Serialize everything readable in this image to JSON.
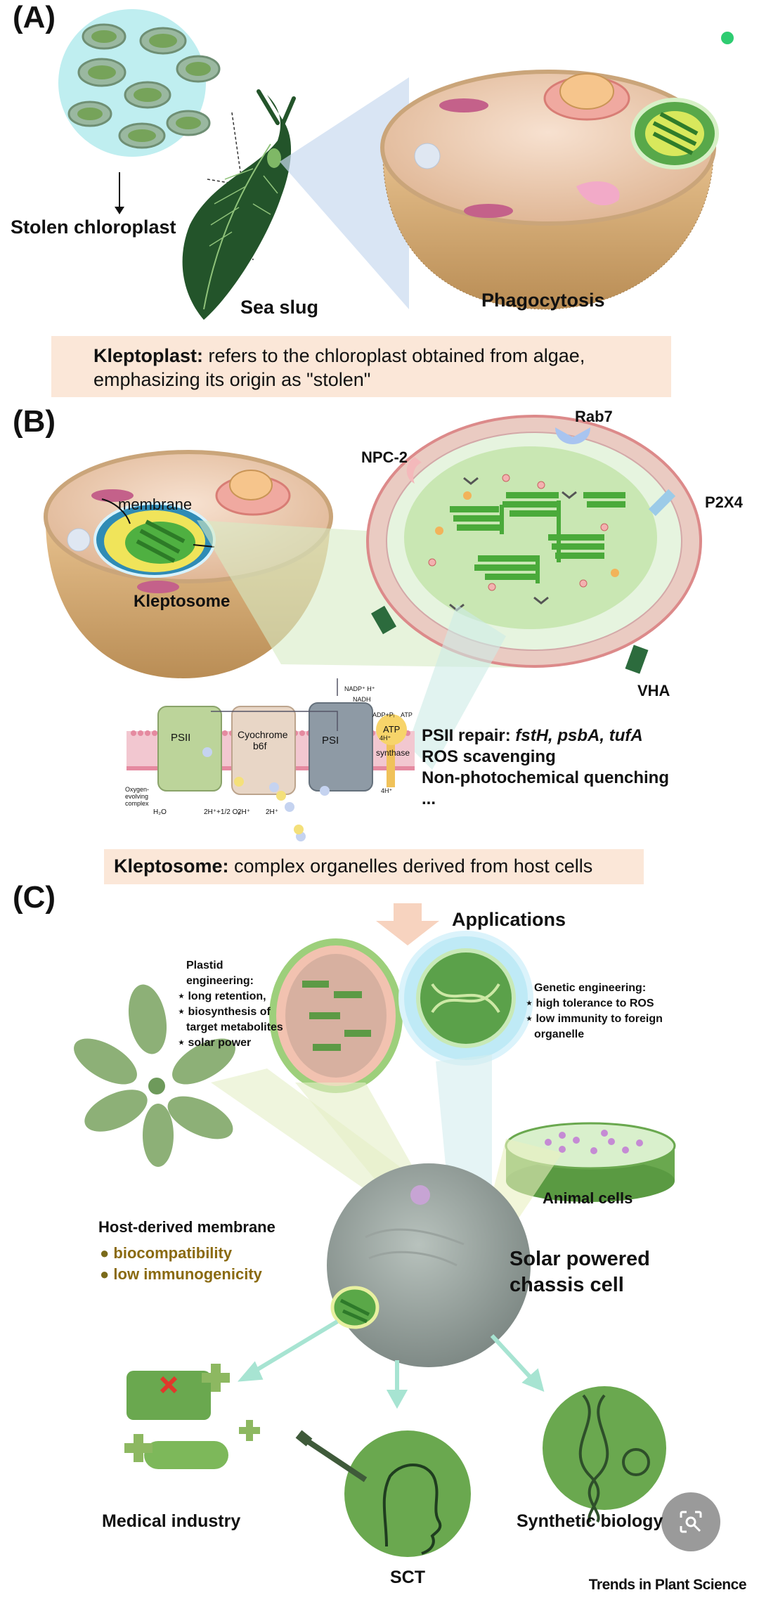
{
  "panels": {
    "a": "(A)",
    "b": "(B)",
    "c": "(C)"
  },
  "panel_a": {
    "stolen_chloroplast": "Stolen chloroplast",
    "sea_slug": "Sea slug",
    "phagocytosis": "Phagocytosis",
    "definition_term": "Kleptoplast:",
    "definition_line1": " refers to the chloroplast obtained from algae,",
    "definition_line2": "emphasizing its origin as \"stolen\""
  },
  "panel_b": {
    "membrane": "membrane",
    "kleptosome": "Kleptosome",
    "npc2": "NPC-2",
    "rab7": "Rab7",
    "p2x4": "P2X4",
    "vha": "VHA",
    "psii": "PSII",
    "cytochrome": "Cyochrome",
    "b6f": "b6f",
    "psi": "PSI",
    "atp": "ATP",
    "synthase": "synthase",
    "nadp": "NADP⁺ H⁺",
    "nadph": "NADH",
    "adp": "ADP+Pᵢ",
    "atp_small": "ATP",
    "oec": "Oxygen-evolving complex",
    "h2o": "H₂O",
    "o2": "2H⁺+1/2 O₂",
    "h1": "2H⁺",
    "h2": "2H⁺",
    "h3": "4H⁺",
    "h4": "4H⁺",
    "repair_prefix": "PSII repair: ",
    "repair_genes": "fstH, psbA, tufA",
    "ros": "ROS scavenging",
    "npq": "Non-photochemical quenching",
    "ellipsis": "...",
    "definition_term": "Kleptosome:",
    "definition_text": " complex organelles derived from host cells"
  },
  "panel_c": {
    "applications": "Applications",
    "plastid_title1": "Plastid",
    "plastid_title2": "engineering:",
    "plastid_items": [
      "long retention,",
      "biosynthesis of",
      "target metabolites",
      "solar power"
    ],
    "genetic_title": "Genetic engineering:",
    "genetic_items": [
      "high tolerance to ROS",
      "low immunity to foreign",
      "organelle"
    ],
    "animal_cells": "Animal cells",
    "host_membrane": "Host-derived membrane",
    "host_items": [
      "biocompatibility",
      "low immunogenicity"
    ],
    "chassis1": "Solar powered",
    "chassis2": "chassis cell",
    "medical": "Medical industry",
    "sct": "SCT",
    "synbio": "Synthetic biology"
  },
  "footer": {
    "source": "Trends in Plant Science"
  },
  "colors": {
    "green": "#6aa84f",
    "dark_green": "#2e6b2a",
    "peach": "#fbe7d8",
    "cyan": "#bfeef0",
    "brown": "#8a6a10",
    "status_dot": "#2ecc71"
  }
}
